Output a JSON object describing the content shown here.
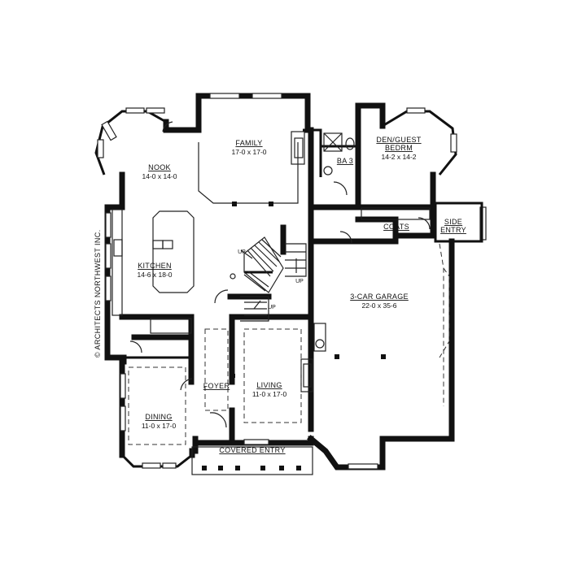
{
  "rooms": {
    "family": {
      "name": "FAMILY",
      "dims": "17-0 x 17-0"
    },
    "nook": {
      "name": "NOOK",
      "dims": "14-0 x 14-0"
    },
    "ba3": {
      "name": "BA 3"
    },
    "den": {
      "name_line1": "DEN/GUEST",
      "name_line2": "BEDRM",
      "dims": "14-2 x 14-2"
    },
    "coats": {
      "name": "COATS"
    },
    "side_entry": {
      "name_line1": "SIDE",
      "name_line2": "ENTRY"
    },
    "kitchen": {
      "name": "KITCHEN",
      "dims": "14-6 x 18-0"
    },
    "garage": {
      "name": "3-CAR GARAGE",
      "dims": "22-0 x 35-6"
    },
    "foyer": {
      "name": "FOYER"
    },
    "living": {
      "name": "LIVING",
      "dims": "11-0 x 17-0"
    },
    "dining": {
      "name": "DINING",
      "dims": "11-0 x 17-0"
    },
    "covered_entry": {
      "name": "COVERED ENTRY"
    }
  },
  "stairs": {
    "up1": "UP",
    "up2": "UP",
    "up3": "UP"
  },
  "copyright": "© ARCHITECTS NORTHWEST INC.",
  "icons": [
    "stair-arrow-icon",
    "sink-icon",
    "toilet-icon",
    "shower-icon",
    "fireplace-icon",
    "door-swing-icon"
  ]
}
